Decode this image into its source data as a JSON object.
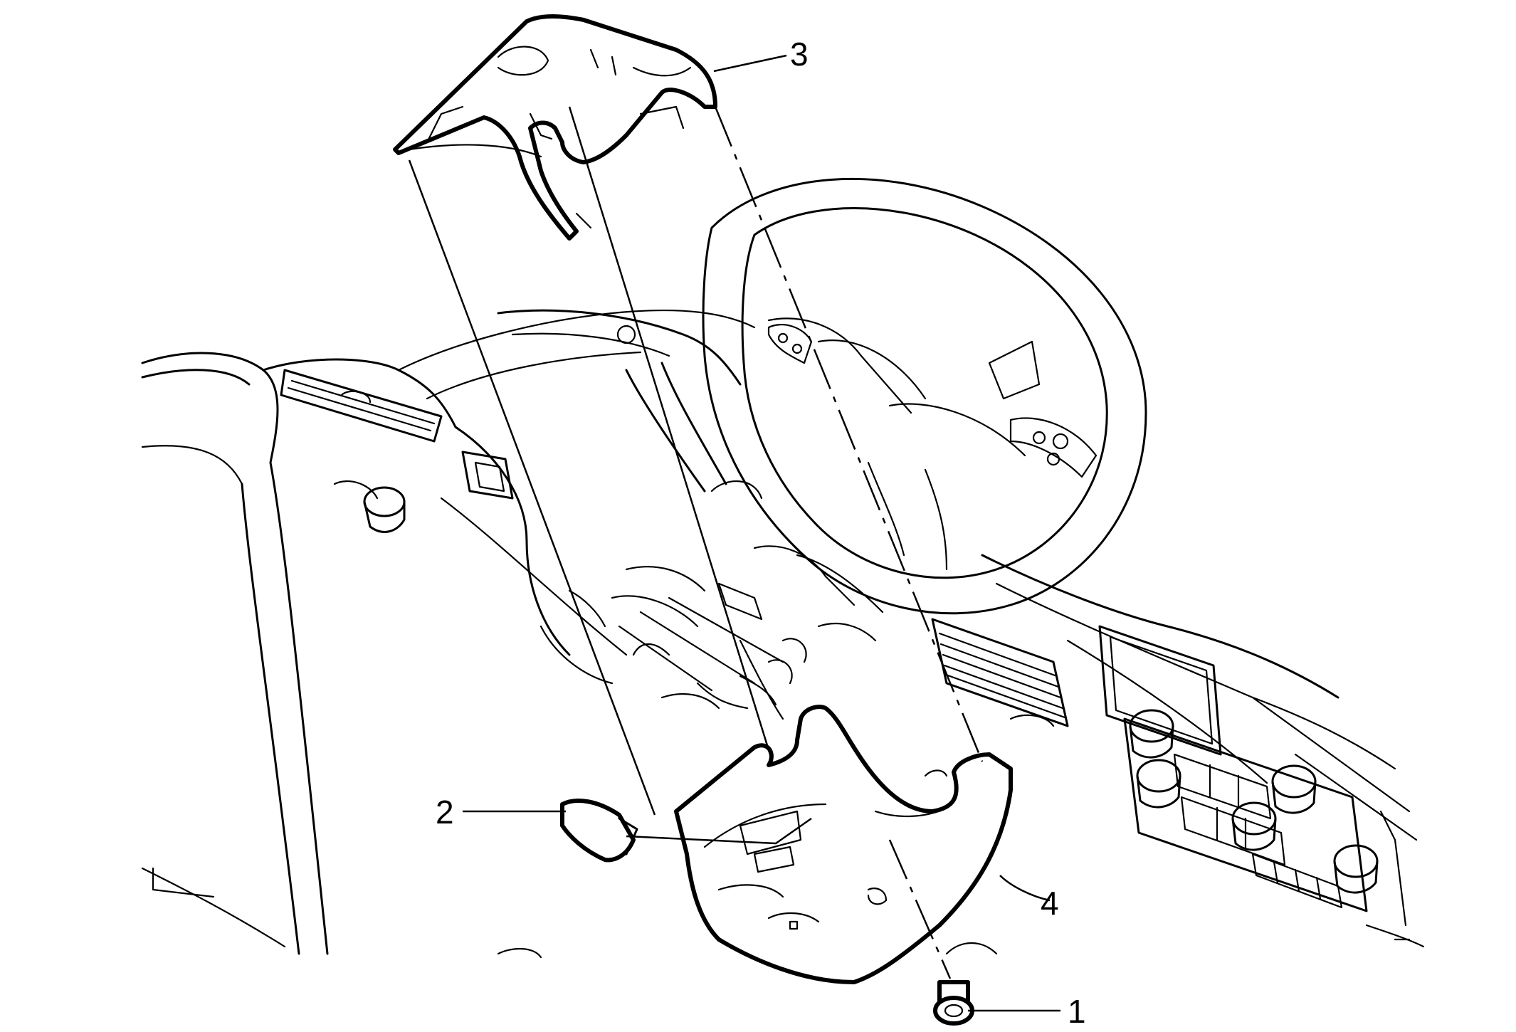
{
  "callouts": [
    {
      "id": "1",
      "label": "1",
      "part": "fastener"
    },
    {
      "id": "2",
      "label": "2",
      "part": "clip"
    },
    {
      "id": "3",
      "label": "3",
      "part": "upper-steering-column-cover"
    },
    {
      "id": "4",
      "label": "4",
      "part": "lower-steering-column-cover"
    }
  ],
  "colors": {
    "line": "#000000",
    "background": "#ffffff"
  }
}
